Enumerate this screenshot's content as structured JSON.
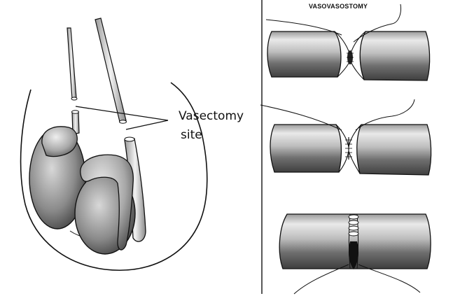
{
  "labels": {
    "vasectomy_line1": "Vasectomy",
    "vasectomy_line2": "site",
    "procedure_title": "VASOVASOSTOMY"
  },
  "colors": {
    "ink": "#111111",
    "background": "#ffffff",
    "shade_dark": "#555555",
    "shade_light": "#e0e0e0"
  }
}
